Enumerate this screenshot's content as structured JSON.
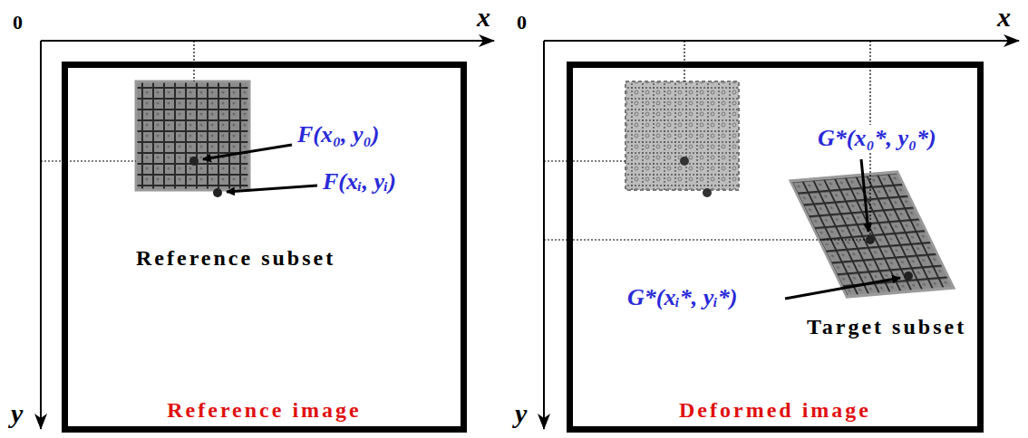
{
  "diagram": {
    "nodes": [
      {
        "text": [
          "Reference image"
        ]
      },
      {
        "text": [
          "Deformed image"
        ]
      }
    ],
    "labels": [
      "0",
      "x",
      "y",
      "F(x₀, y₀)",
      "F(xᵢ, yᵢ)",
      "Reference subset",
      "0",
      "x",
      "y",
      "G*(x₀*, y₀*)",
      "G*(xᵢ*, yᵢ*)",
      "Target subset"
    ]
  }
}
